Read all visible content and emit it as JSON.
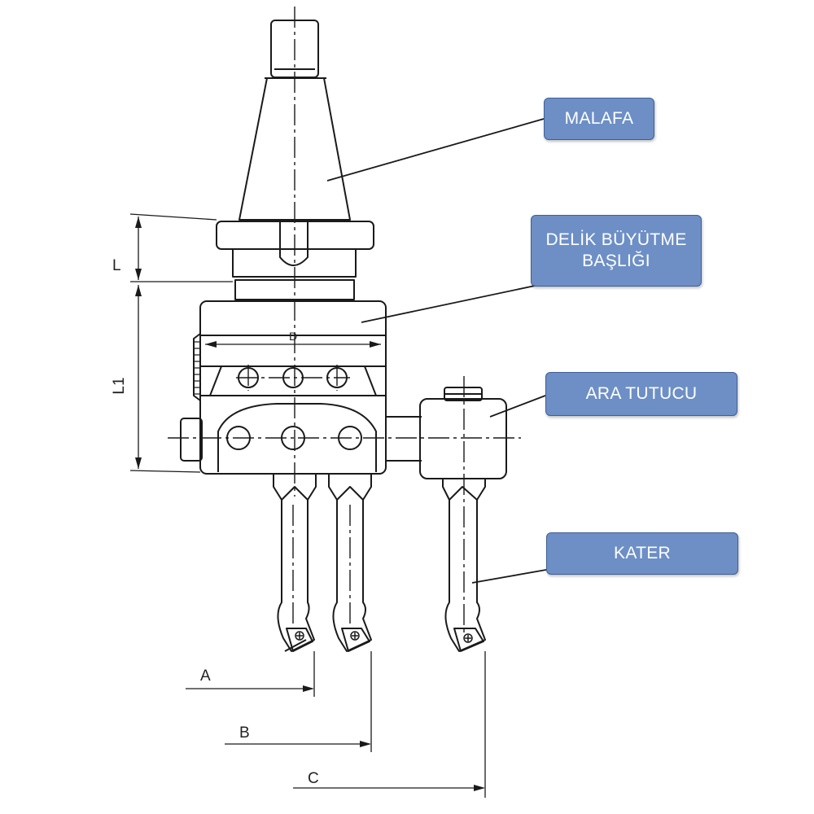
{
  "callouts": {
    "malafa": "MALAFA",
    "delik_line1": "DELİK BÜYÜTME",
    "delik_line2": "BAŞLIĞI",
    "ara_tutucu": "ARA TUTUCU",
    "kater": "KATER"
  },
  "dimensions": {
    "L": "L",
    "L1": "L1",
    "D": "D",
    "A": "A",
    "B": "B",
    "C": "C"
  },
  "colors": {
    "callout_fill": "#6d8fc6",
    "callout_text": "#ffffff",
    "line": "#1a1a1a"
  }
}
